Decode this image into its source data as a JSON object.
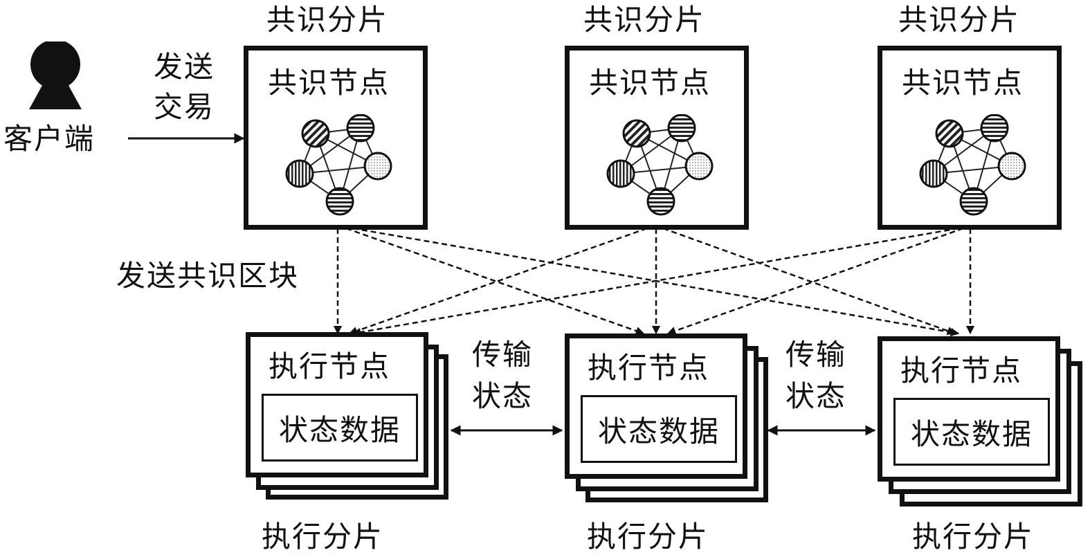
{
  "client": {
    "label": "客户端",
    "icon": "person-silhouette-icon"
  },
  "send_tx": {
    "line1": "发送",
    "line2": "交易"
  },
  "send_block_label": "发送共识区块",
  "consensus_shards": [
    {
      "shard_label": "共识分片",
      "node_label": "共识节点"
    },
    {
      "shard_label": "共识分片",
      "node_label": "共识节点"
    },
    {
      "shard_label": "共识分片",
      "node_label": "共识节点"
    }
  ],
  "execution_shards": [
    {
      "shard_label": "执行分片",
      "node_label": "执行节点",
      "data_label": "状态数据"
    },
    {
      "shard_label": "执行分片",
      "node_label": "执行节点",
      "data_label": "状态数据"
    },
    {
      "shard_label": "执行分片",
      "node_label": "执行节点",
      "data_label": "状态数据"
    }
  ],
  "transfer_state": [
    {
      "line1": "传输",
      "line2": "状态"
    },
    {
      "line1": "传输",
      "line2": "状态"
    }
  ]
}
